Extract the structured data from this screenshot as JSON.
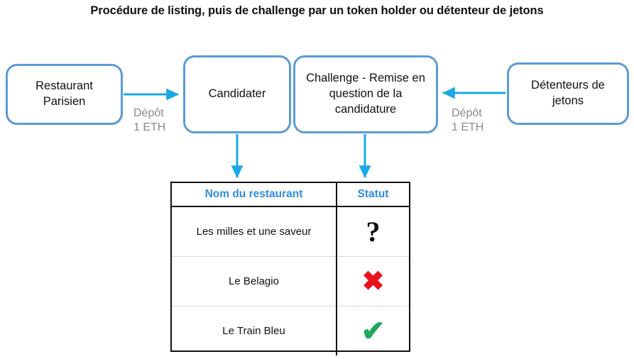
{
  "title": "Procédure de listing, puis de challenge par un token holder ou détenteur de jetons",
  "colors": {
    "box_border": "#5B9BD5",
    "arrow": "#1CA7E8",
    "table_header_text": "#2E8BE0",
    "table_border": "#111111",
    "deposit_label": "#8a8a8a",
    "cross_red": "#E8121B",
    "check_green": "#1FA85A"
  },
  "boxes": {
    "restaurant": "Restaurant\nParisien",
    "candidater": "Candidater",
    "challenge": "Challenge - Remise en question de la candidature",
    "holders": "Détenteurs de jetons"
  },
  "labels": {
    "deposit_left": "Dépôt\n1 ETH",
    "deposit_right": "Dépôt\n1 ETH"
  },
  "table": {
    "headers": [
      "Nom du restaurant",
      "Statut"
    ],
    "rows": [
      {
        "name": "Les milles et une saveur",
        "status_symbol": "?",
        "status_name": "question-mark"
      },
      {
        "name": "Le Belagio",
        "status_symbol": "✖",
        "status_name": "red-cross"
      },
      {
        "name": "Le Train Bleu",
        "status_symbol": "✔",
        "status_name": "green-check"
      }
    ]
  }
}
